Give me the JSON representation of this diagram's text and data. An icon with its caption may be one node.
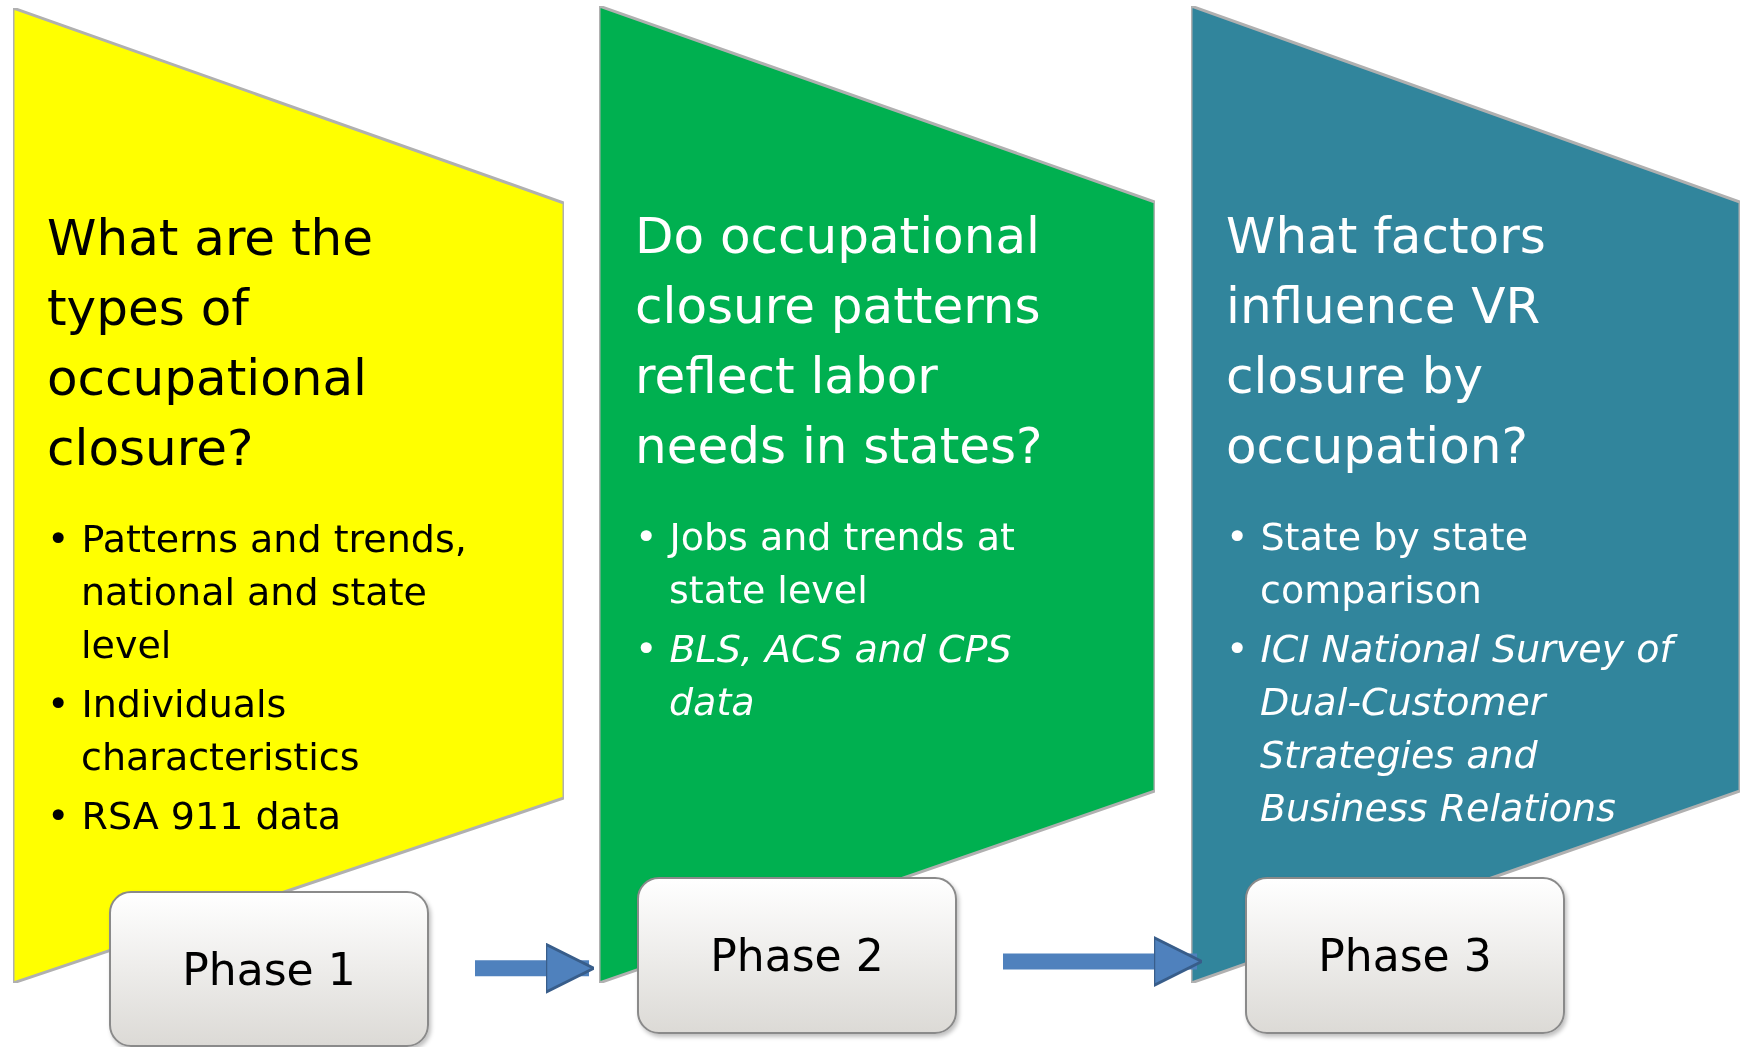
{
  "diagram": {
    "nodes": [
      {
        "text": [
          "What are the types of occupational closure?",
          "• Patterns and trends, national and state level",
          "• Individuals characteristics",
          "• RSA 911 data"
        ]
      },
      {
        "text": [
          "Phase 1"
        ]
      },
      {
        "text": [
          "Do occupational closure patterns reflect labor needs in states?",
          "• Jobs and trends at state level",
          "• BLS, ACS and CPS data"
        ]
      },
      {
        "text": [
          "Phase 2"
        ]
      },
      {
        "text": [
          "What factors influence VR closure by occupation?",
          "• State by state comparison",
          "• ICI National Survey of Dual-Customer Strategies and Business Relations"
        ]
      },
      {
        "text": [
          "Phase 3"
        ]
      }
    ],
    "edges": [
      {
        "from": 1,
        "to": 3,
        "arrow": "to"
      },
      {
        "from": 3,
        "to": 5,
        "arrow": "to"
      }
    ]
  }
}
